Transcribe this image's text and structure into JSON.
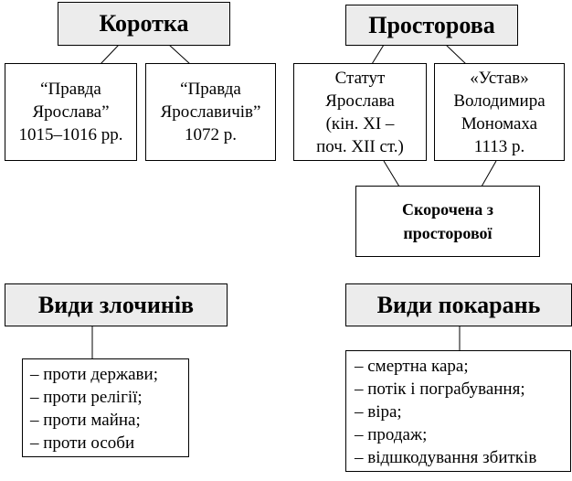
{
  "short": {
    "title": "Коротка",
    "left": [
      "“Правда",
      "Ярослава”",
      "1015–1016 рр."
    ],
    "right": [
      "“Правда",
      "Ярославичів”",
      "1072 р."
    ]
  },
  "extended": {
    "title": "Просторова",
    "left": [
      "Статут",
      "Ярослава",
      "(кін. XI –",
      "поч. XII ст.)"
    ],
    "right": [
      "«Устав»",
      "Володимира",
      "Мономаха",
      "1113 р."
    ],
    "abridged": [
      "Скорочена з",
      "просторової"
    ]
  },
  "crimes": {
    "title": "Види злочинів",
    "items": [
      "– проти держави;",
      "– проти релігії;",
      "– проти майна;",
      "– проти особи"
    ]
  },
  "punishments": {
    "title": "Види покарань",
    "items": [
      "– смертна кара;",
      "– потік і пограбування;",
      "– віра;",
      "– продаж;",
      "– відшкодування збитків"
    ]
  }
}
